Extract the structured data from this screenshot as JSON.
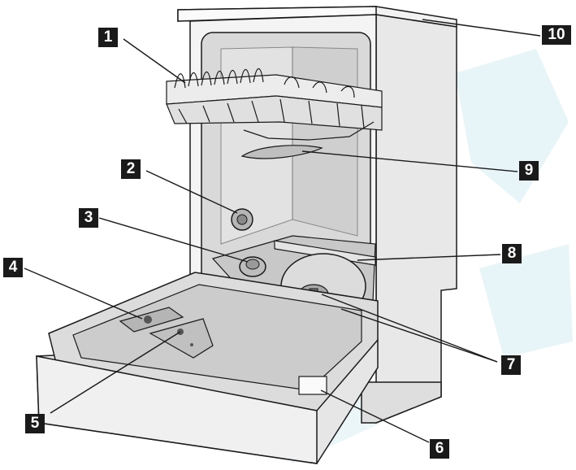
{
  "colors": {
    "outline": "#1a1a1a",
    "cabinet_side": "#e6e6e6",
    "cabinet_front": "#f2f2f2",
    "tub_back": "#dcdcdc",
    "tub_side": "#cfcfcf",
    "door_inner": "#d6d6d6",
    "door_panel": "#c9c9c9",
    "watermark": "#cfe8f0"
  },
  "callouts": [
    {
      "id": "1",
      "part": "upper-basket"
    },
    {
      "id": "2",
      "part": "upper-spray-connector"
    },
    {
      "id": "3",
      "part": "lower-spray-arm-hub"
    },
    {
      "id": "4",
      "part": "rinse-aid-dispenser"
    },
    {
      "id": "5",
      "part": "detergent-dispenser"
    },
    {
      "id": "6",
      "part": "rating-plate"
    },
    {
      "id": "7",
      "part": "filter-system"
    },
    {
      "id": "8",
      "part": "lower-spray-arm"
    },
    {
      "id": "9",
      "part": "upper-spray-arm"
    },
    {
      "id": "10",
      "part": "worktop"
    }
  ]
}
